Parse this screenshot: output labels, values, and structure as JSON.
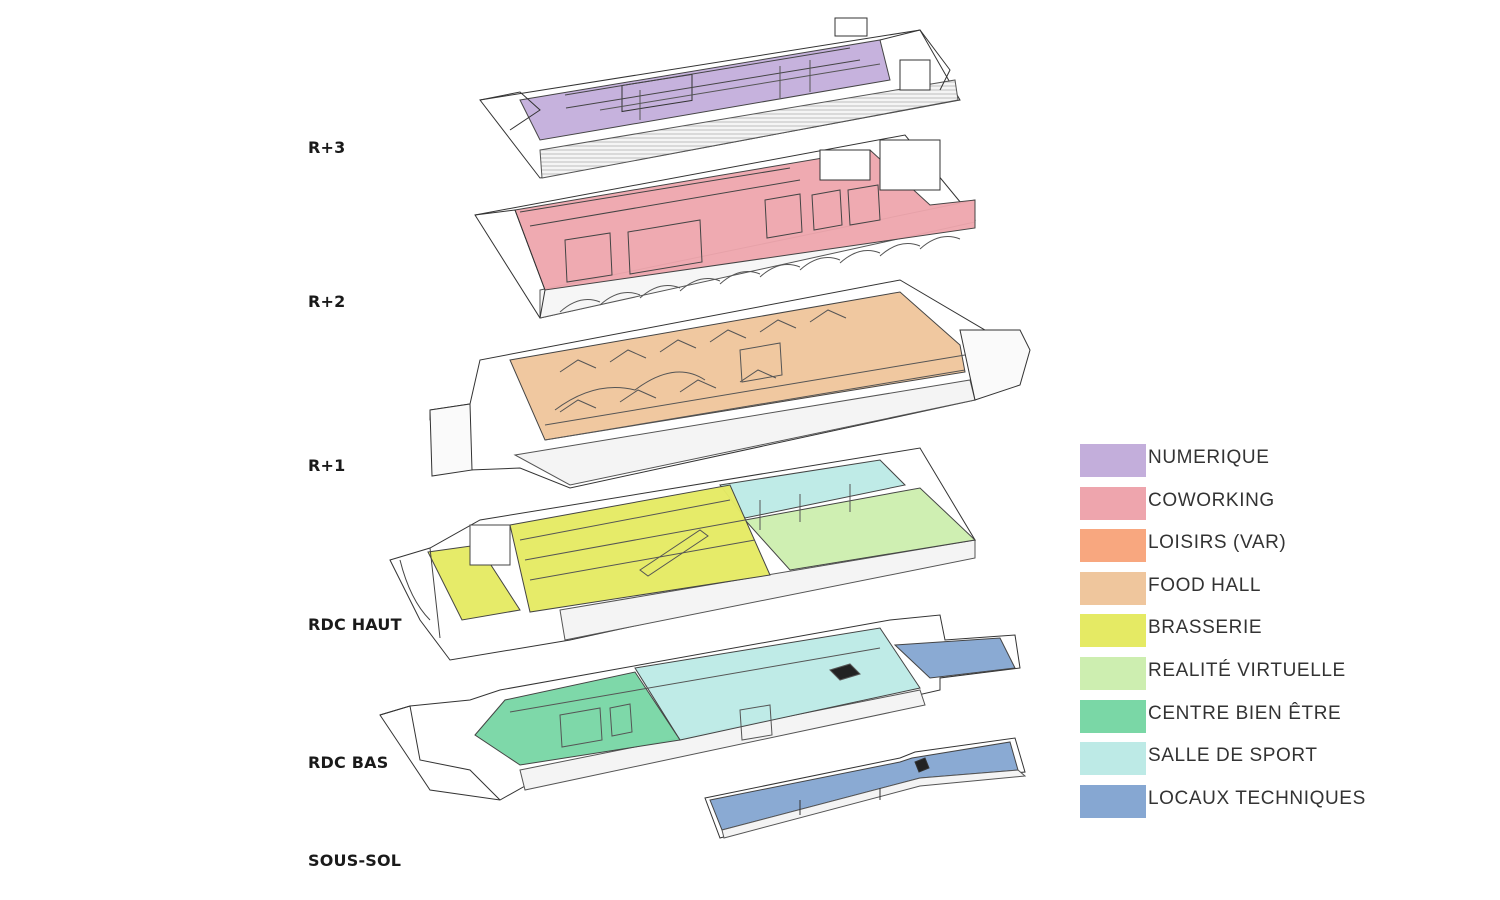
{
  "levels": [
    {
      "id": "r3",
      "label": "R+3"
    },
    {
      "id": "r2",
      "label": "R+2"
    },
    {
      "id": "r1",
      "label": "R+1"
    },
    {
      "id": "rdc-haut",
      "label": "RDC HAUT"
    },
    {
      "id": "rdc-bas",
      "label": "RDC BAS"
    },
    {
      "id": "sous-sol",
      "label": "SOUS-SOL"
    }
  ],
  "legend": [
    {
      "key": "numerique",
      "label": "NUMERIQUE",
      "color": "#c3aedb"
    },
    {
      "key": "coworking",
      "label": "COWORKING",
      "color": "#eea5ad"
    },
    {
      "key": "loisirs",
      "label": "LOISIRS (VAR)",
      "color": "#f8a77f"
    },
    {
      "key": "food-hall",
      "label": "FOOD HALL",
      "color": "#efc69d"
    },
    {
      "key": "brasserie",
      "label": "BRASSERIE",
      "color": "#e5ea64"
    },
    {
      "key": "realite-virtuelle",
      "label": "REALITÉ VIRTUELLE",
      "color": "#cdeeb0"
    },
    {
      "key": "centre-bien-etre",
      "label": "CENTRE BIEN ÊTRE",
      "color": "#7ad7a6"
    },
    {
      "key": "salle-de-sport",
      "label": "SALLE DE SPORT",
      "color": "#bdeae6"
    },
    {
      "key": "locaux-techniques",
      "label": "LOCAUX TECHNIQUES",
      "color": "#86a7d2"
    }
  ]
}
